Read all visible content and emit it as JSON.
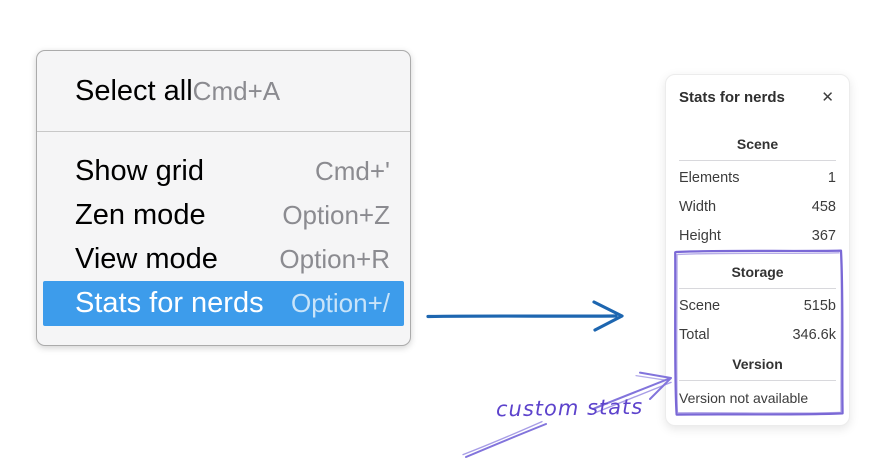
{
  "menu": {
    "sections": [
      {
        "items": [
          {
            "label": "Select all",
            "shortcut": "Cmd+A"
          }
        ]
      },
      {
        "items": [
          {
            "label": "Show grid",
            "shortcut": "Cmd+'"
          },
          {
            "label": "Zen mode",
            "shortcut": "Option+Z"
          },
          {
            "label": "View mode",
            "shortcut": "Option+R"
          },
          {
            "label": "Stats for nerds",
            "shortcut": "Option+/",
            "highlighted": true
          }
        ]
      }
    ]
  },
  "stats_panel": {
    "title": "Stats for nerds",
    "close_icon": "✕",
    "sections": [
      {
        "header": "Scene",
        "rows": [
          {
            "label": "Elements",
            "value": "1"
          },
          {
            "label": "Width",
            "value": "458"
          },
          {
            "label": "Height",
            "value": "367"
          }
        ]
      },
      {
        "header": "Storage",
        "rows": [
          {
            "label": "Scene",
            "value": "515b"
          },
          {
            "label": "Total",
            "value": "346.6k"
          }
        ]
      },
      {
        "header": "Version",
        "note": "Version not available"
      }
    ]
  },
  "annotation": {
    "label": "custom stats"
  },
  "colors": {
    "menu_highlight": "#3d9ceb",
    "arrow_blue": "#1d66b0",
    "annotation_purple": "#8274dc",
    "annotation_box_purple": "#7a68d6",
    "annotation_text_purple": "#5d43cc"
  }
}
